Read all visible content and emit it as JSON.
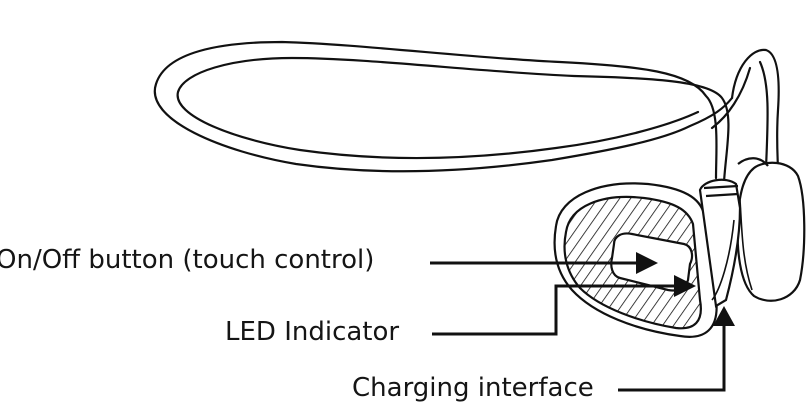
{
  "labels": {
    "on_off": "On/Off  button (touch control)",
    "led": "LED Indicator",
    "charging": "Charging interface"
  },
  "colors": {
    "line": "#111111",
    "background": "#ffffff"
  },
  "icons": [
    "bone-conduction-headphone-icon"
  ]
}
